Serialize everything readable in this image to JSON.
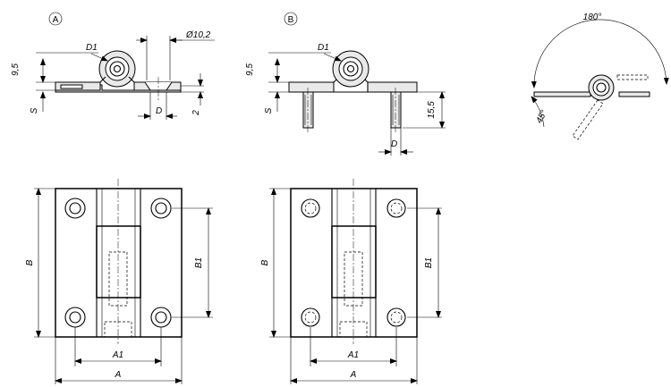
{
  "variants": {
    "a": "A",
    "b": "B"
  },
  "labels": {
    "d1": "D1",
    "dia": "Ø10,2",
    "h95": "9,5",
    "s": "S",
    "d": "D",
    "t2": "2",
    "h155": "15,5",
    "b": "B",
    "b1": "B1",
    "a": "A",
    "a1": "A1",
    "deg180": "180°",
    "deg45": "45°"
  }
}
